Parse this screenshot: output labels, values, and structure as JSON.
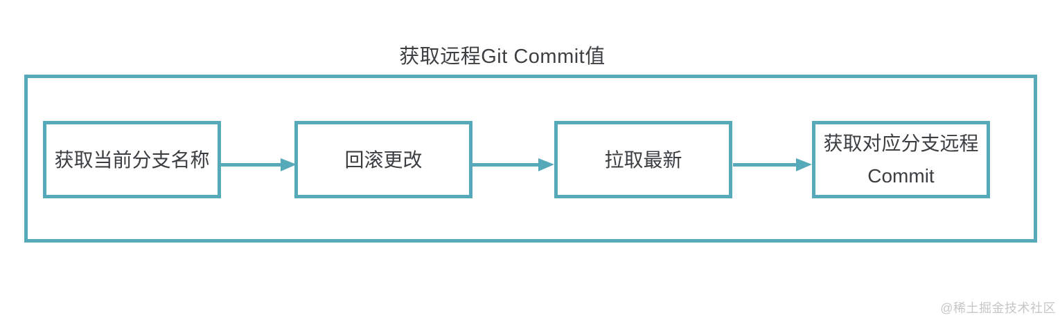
{
  "title": "获取远程Git Commit值",
  "colors": {
    "accent": "#55a9b9",
    "text": "#3b3e41",
    "watermark": "#c6c6c6"
  },
  "chart_data": {
    "type": "flowchart",
    "title": "获取远程Git Commit值",
    "direction": "left-to-right",
    "nodes": [
      "获取当前分支名称",
      "回滚更改",
      "拉取最新",
      "获取对应分支远程 Commit"
    ],
    "edges": [
      [
        "获取当前分支名称",
        "回滚更改"
      ],
      [
        "回滚更改",
        "拉取最新"
      ],
      [
        "拉取最新",
        "获取对应分支远程 Commit"
      ]
    ]
  },
  "diagram": {
    "nodes": [
      {
        "label": "获取当前分支名称"
      },
      {
        "label": "回滚更改"
      },
      {
        "label": "拉取最新"
      },
      {
        "label": "获取对应分支远程 Commit"
      }
    ]
  },
  "watermark": "@稀土掘金技术社区"
}
